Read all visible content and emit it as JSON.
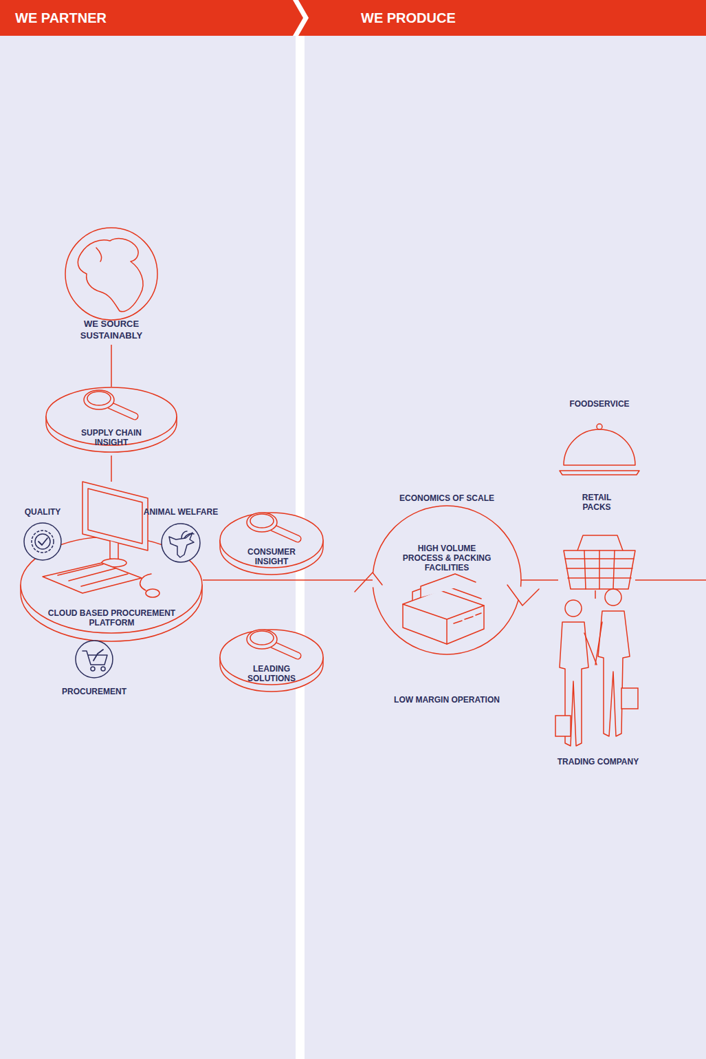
{
  "diagram": {
    "nodes": [
      {
        "text": [
          "WE PARTNER"
        ]
      },
      {
        "text": [
          "WE PRODUCE"
        ]
      },
      {
        "text": [
          "WE SOURCE SUSTAINABLY"
        ]
      },
      {
        "text": [
          "SUPPLY CHAIN INSIGHT"
        ]
      },
      {
        "text": [
          "QUALITY"
        ]
      },
      {
        "text": [
          "ANIMAL WELFARE"
        ]
      },
      {
        "text": [
          "CLOUD BASED PROCUREMENT PLATFORM"
        ]
      },
      {
        "text": [
          "PROCUREMENT"
        ]
      },
      {
        "text": [
          "CONSUMER INSIGHT"
        ]
      },
      {
        "text": [
          "LEADING SOLUTIONS"
        ]
      },
      {
        "text": [
          "HIGH VOLUME PROCESS & PACKING FACILITIES"
        ]
      },
      {
        "text": [
          "FOODSERVICE"
        ]
      },
      {
        "text": [
          "RETAIL PACKS"
        ]
      },
      {
        "text": [
          "TRADING COMPANY"
        ]
      }
    ],
    "edges": [
      {
        "from": 2,
        "to": 3,
        "arrow": "none"
      },
      {
        "from": 3,
        "to": 6,
        "arrow": "none"
      },
      {
        "from": 6,
        "to": 10,
        "arrow": "none"
      },
      {
        "from": 10,
        "to": 12,
        "arrow": "none"
      },
      {
        "from": 12,
        "to": 13,
        "arrow": "none"
      }
    ],
    "labels": [
      "ECONOMICS OF SCALE",
      "LOW MARGIN OPERATION"
    ]
  }
}
